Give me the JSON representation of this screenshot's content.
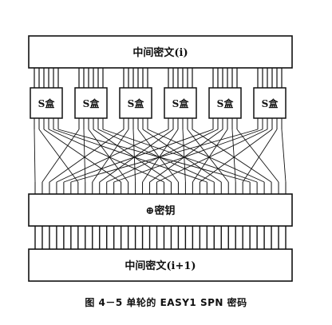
{
  "diagram": {
    "top_block_label": "中间密文(i)",
    "key_block_label": "⊕密钥",
    "bottom_block_label": "中间密文(i+1)",
    "sbox_labels": [
      "S盒",
      "S盒",
      "S盒",
      "S盒",
      "S盒",
      "S盒"
    ],
    "caption": "图 4－5   单轮的 EASY1 SPN 密码",
    "colors": {
      "stroke": "#111111",
      "background": "#ffffff"
    }
  }
}
